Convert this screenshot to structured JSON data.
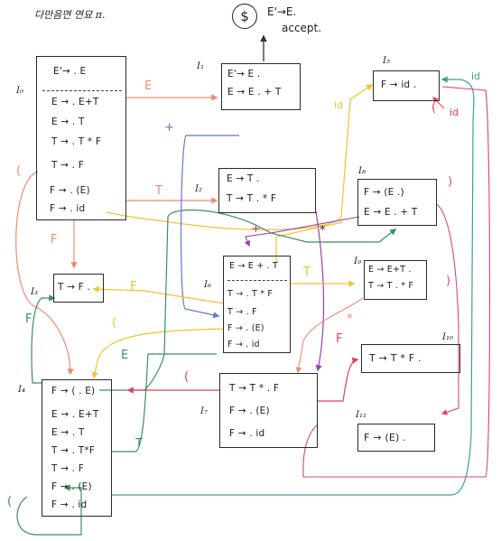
{
  "header_note": "다만음면 연묘 π.",
  "accept": {
    "symbol": "$",
    "rule": "E'→E.",
    "label": "accept."
  },
  "states": {
    "I0": {
      "label": "I₀",
      "items": [
        "E'→ . E",
        "E → . E+T",
        "E → . T",
        "T → . T * F",
        "T → . F",
        "F → . (E)",
        "F → . id"
      ]
    },
    "I1": {
      "label": "I₁",
      "items": [
        "E'→ E .",
        "E → E . + T"
      ]
    },
    "I2": {
      "label": "I₂",
      "items": [
        "E → T .",
        "T → T . * F"
      ]
    },
    "I3": {
      "label": "I₃",
      "items": [
        "T → F ."
      ]
    },
    "I4": {
      "label": "I₄",
      "items": [
        "F → ( . E)",
        "E → . E+T",
        "E → . T",
        "T → . T*F",
        "T → . F",
        "F → . (E)",
        "F → . id"
      ]
    },
    "I5": {
      "label": "I₅",
      "items": [
        "F → id ."
      ]
    },
    "I6": {
      "label": "I₆",
      "items": [
        "E → E + . T",
        "T → . T * F",
        "T → . F",
        "F → . (E)",
        "F → . id"
      ]
    },
    "I7": {
      "label": "I₇",
      "items": [
        "T → T * . F",
        "F → . (E)",
        "F → . id"
      ]
    },
    "I8": {
      "label": "I₈",
      "items": [
        "F → (E .)",
        "E → E . + T"
      ]
    },
    "I9": {
      "label": "I₉",
      "items": [
        "E → E+T .",
        "T → T . * F"
      ]
    },
    "I10": {
      "label": "I₁₀",
      "items": [
        "T → T * F ."
      ]
    },
    "I11": {
      "label": "I₁₁",
      "items": [
        "F → (E) ."
      ]
    }
  },
  "edge_labels": {
    "e1": "E",
    "e2": "T",
    "e3": "F",
    "e4": "+",
    "e5": "id",
    "e6": "id",
    "e7": "id",
    "e8": "(",
    "e9": "T",
    "e10": "F",
    "e11": "(",
    "e12": "E",
    "e13": "T",
    "e14": "(",
    "e15": "F",
    "e16": "+",
    "e17": "*",
    "e18": "*",
    "e19": "F",
    "e20": "(",
    "e21": "(",
    "e22": ")",
    "e23": ")"
  },
  "colors": {
    "ink": "#1c1c1c",
    "salmon": "#f08a70",
    "yellow": "#f2c230",
    "green": "#3e8e5c",
    "blue": "#5a7ec8",
    "purple": "#9a3fb0",
    "red": "#e0405a",
    "pink": "#d8408a",
    "teal": "#3aa0a0"
  }
}
